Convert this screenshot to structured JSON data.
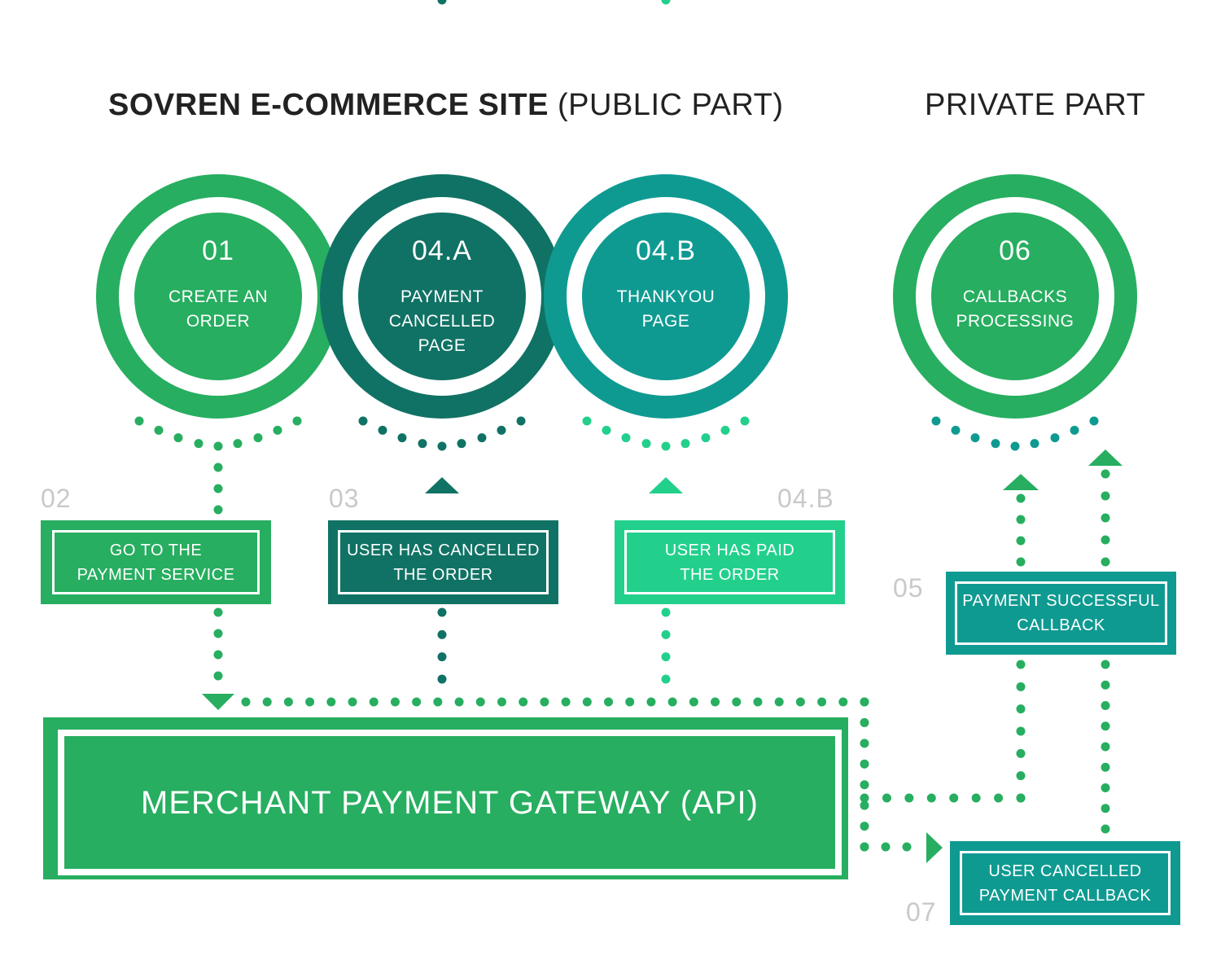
{
  "header": {
    "public_title_bold": "SOVREN E-COMMERCE SITE",
    "public_title_light": "(PUBLIC PART)",
    "private_title": "PRIVATE PART"
  },
  "circles": [
    {
      "number": "01",
      "label_lines": [
        "CREATE AN",
        "ORDER"
      ],
      "color": "#27ae60"
    },
    {
      "number": "04.A",
      "label_lines": [
        "PAYMENT",
        "CANCELLED",
        "PAGE"
      ],
      "color": "#107264"
    },
    {
      "number": "04.B",
      "label_lines": [
        "THANKYOU",
        "PAGE"
      ],
      "color": "#0f9a91"
    },
    {
      "number": "06",
      "label_lines": [
        "CALLBACKS",
        "PROCESSING"
      ],
      "color": "#27ae60"
    }
  ],
  "steps": {
    "s02": "02",
    "s03": "03",
    "s04b": "04.B",
    "s05": "05",
    "s07": "07"
  },
  "boxes": {
    "go_to_payment": {
      "lines": [
        "GO TO THE",
        "PAYMENT SERVICE"
      ],
      "color": "#27ae60"
    },
    "user_cancelled_order": {
      "lines": [
        "USER HAS CANCELLED",
        "THE ORDER"
      ],
      "color": "#107264"
    },
    "user_paid": {
      "lines": [
        "USER HAS PAID",
        "THE ORDER"
      ],
      "color": "#22d08c"
    },
    "payment_successful": {
      "lines": [
        "PAYMENT SUCCESSFUL",
        "CALLBACK"
      ],
      "color": "#0f9a91"
    },
    "user_cancelled_callback": {
      "lines": [
        "USER CANCELLED",
        "PAYMENT CALLBACK"
      ],
      "color": "#0f9a91"
    },
    "gateway": {
      "label": "MERCHANT PAYMENT GATEWAY (API)",
      "color": "#27ae60"
    }
  },
  "colors": {
    "green": "#27ae60",
    "dark_teal": "#107264",
    "teal": "#0f9a91",
    "mint": "#22d08c",
    "step_gray": "#c9c9c9"
  }
}
